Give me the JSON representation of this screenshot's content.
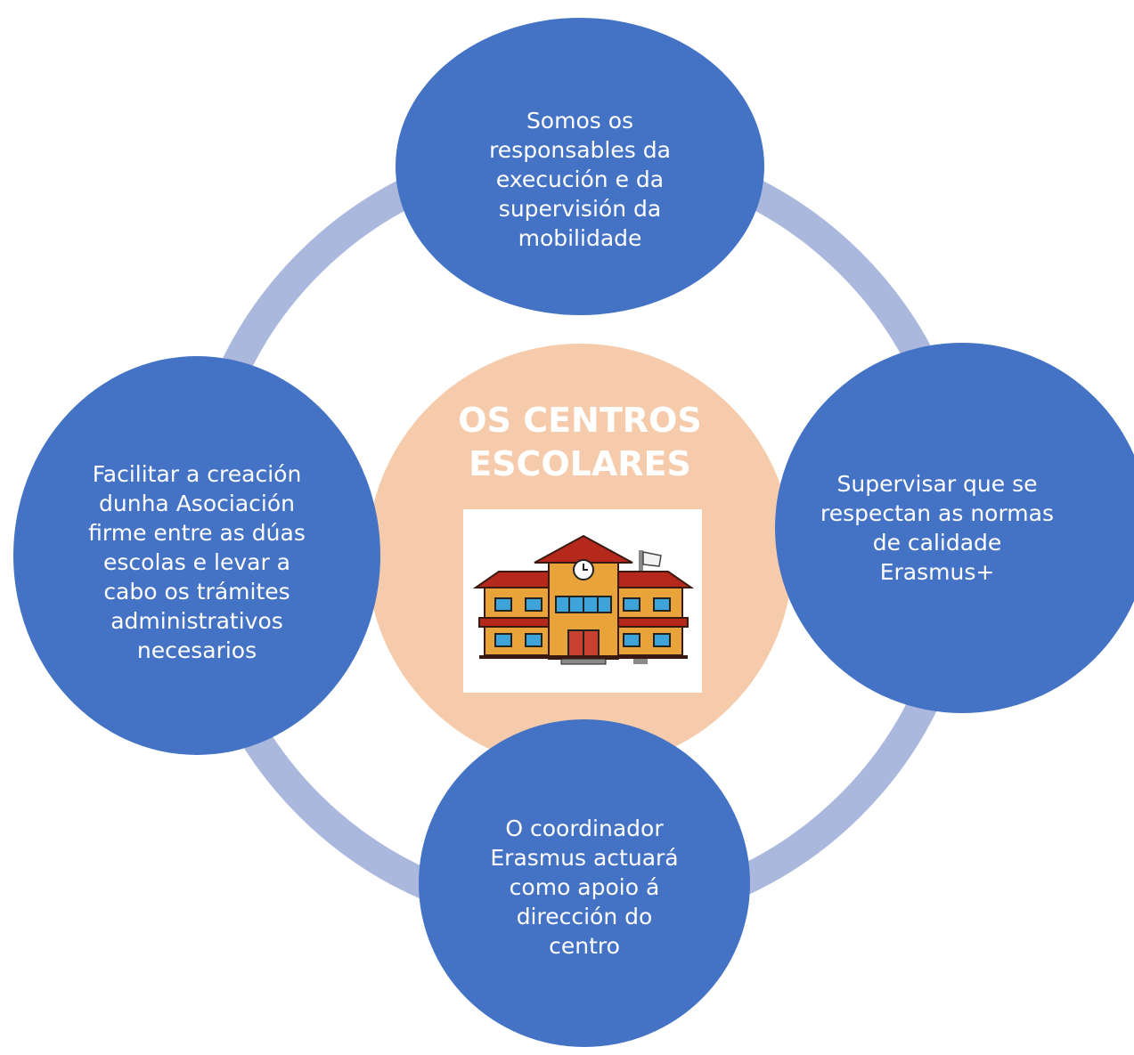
{
  "center": {
    "title": "OS CENTROS\nESCOLARES",
    "image": "school-building-illustration"
  },
  "nodes": {
    "top": "Somos os\nresponsables da\nexecución e da\nsupervisión da\nmobilidade",
    "left": "Facilitar a creación\ndunha Asociación\nfirme entre as dúas\nescolas e levar a\ncabo os trámites\nadministrativos\nnecesarios",
    "right": "Supervisar que se\nrespectan as normas\nde calidade\nErasmus+",
    "bottom": "O coordinador\nErasmus actuará\ncomo apoio á\ndirección do\ncentro"
  },
  "colors": {
    "node": "#4472c4",
    "ring": "#abb8dd",
    "center": "#f5cbab",
    "text": "#ffffff"
  }
}
